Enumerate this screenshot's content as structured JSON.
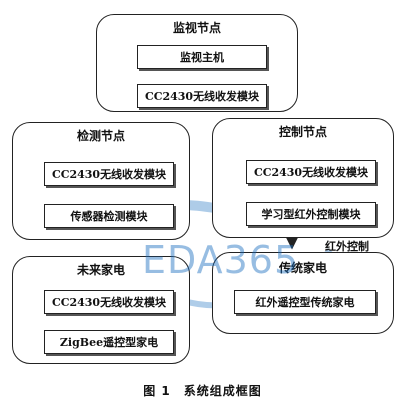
{
  "nodes": {
    "monitor": {
      "title": "监视节点",
      "host": "监视主机",
      "radio": "CC2430无线收发模块"
    },
    "detect": {
      "title": "检测节点",
      "radio": "CC2430无线收发模块",
      "sensor": "传感器检测模块"
    },
    "control": {
      "title": "控制节点",
      "radio": "CC2430无线收发模块",
      "ir_module": "学习型红外控制模块"
    },
    "future": {
      "title": "未来家电",
      "radio": "CC2430无线收发模块",
      "zigbee": "ZigBee遥控型家电"
    },
    "traditional": {
      "title": "传统家电",
      "appliance": "红外遥控型传统家电"
    }
  },
  "ir_link_label": "红外控制",
  "watermark": "EDA365",
  "caption": "图 1　系统组成框图"
}
